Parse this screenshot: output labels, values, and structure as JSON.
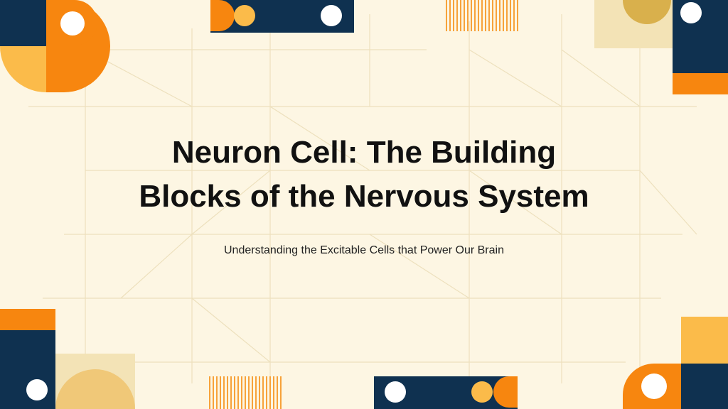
{
  "slide": {
    "title_line1": "Neuron Cell: The Building",
    "title_line2": "Blocks of the Nervous System",
    "subtitle": "Understanding the Excitable Cells that Power Our Brain"
  },
  "colors": {
    "background": "#fdf6e3",
    "navy": "#0f3150",
    "orange": "#f7860f",
    "yellow": "#fbbb4a",
    "cream": "#f3e3b6",
    "white": "#ffffff"
  }
}
